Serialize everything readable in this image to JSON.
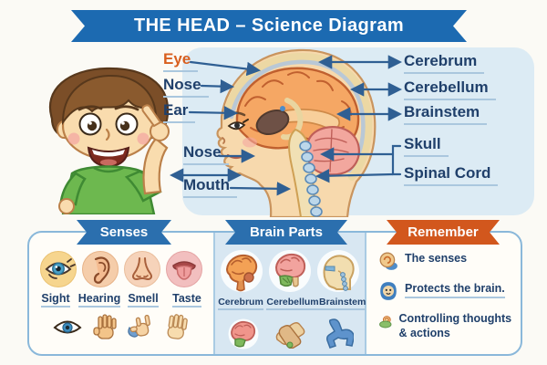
{
  "title": "THE HEAD – Science Diagram",
  "diagram": {
    "left_labels": [
      {
        "text": "Eye"
      },
      {
        "text": "Nose"
      },
      {
        "text": "Ear"
      },
      {
        "text": "Nose"
      },
      {
        "text": "Mouth"
      }
    ],
    "right_labels": [
      {
        "text": "Cerebrum"
      },
      {
        "text": "Cerebellum"
      },
      {
        "text": "Brainstem"
      },
      {
        "text": "Skull"
      },
      {
        "text": "Spinal Cord"
      }
    ]
  },
  "senses": {
    "title": "Senses",
    "items": [
      {
        "label": "Sight",
        "icon": "eye-icon"
      },
      {
        "label": "Hearing",
        "icon": "ear-icon"
      },
      {
        "label": "Smell",
        "icon": "nose-icon"
      },
      {
        "label": "Taste",
        "icon": "tongue-icon"
      }
    ],
    "extra_icons": [
      "eye-outline-icon",
      "hand-four-fingers-icon",
      "hand-shaka-icon",
      "hand-open-icon"
    ]
  },
  "brain_parts": {
    "title": "Brain Parts",
    "items": [
      {
        "label": "Cerebrum",
        "icon": "cerebrum-icon"
      },
      {
        "label": "Cerebellum",
        "icon": "cerebellum-icon"
      },
      {
        "label": "Brainstem",
        "icon": "brainstem-profile-icon"
      }
    ],
    "extra_icons": [
      "brain-icon",
      "hands-together-icon",
      "walking-legs-icon"
    ]
  },
  "remember": {
    "title": "Remember",
    "bullets": [
      {
        "text": "The senses",
        "icon": "senses-swirl-icon"
      },
      {
        "text": "Protects the brain.",
        "icon": "face-shield-icon"
      },
      {
        "text": "Controlling thoughts & actions",
        "icon": "brain-control-icon"
      }
    ]
  },
  "colors": {
    "banner_blue": "#1c6ab1",
    "ribbon_blue": "#2b6fae",
    "remember_orange": "#d2571d",
    "label_navy": "#20406b",
    "eye_label_orange": "#d95f1e",
    "underline_blue": "#aac7de",
    "panel_light_blue": "#dcebf4",
    "arrow_blue": "#2f5f93",
    "shirt_green": "#6db84f",
    "brain_orange": "#f5a764",
    "cerebellum_pink": "#f2a79e"
  }
}
